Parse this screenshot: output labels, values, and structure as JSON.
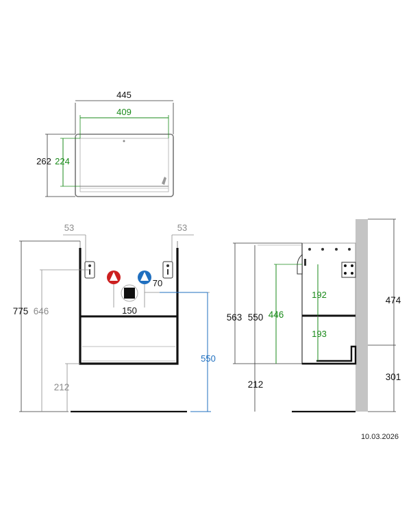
{
  "colors": {
    "black": "#111111",
    "gray": "#8a8a8a",
    "green": "#1a8a1a",
    "blue": "#1f6fbf",
    "red": "#cc1f1f",
    "wall": "#c4c4c4"
  },
  "top_view": {
    "overall_width": "445",
    "inner_width": "409",
    "overall_depth": "262",
    "inner_depth": "224"
  },
  "front_view": {
    "left_offset": "53",
    "right_offset": "53",
    "total_height": "775",
    "mount_height": "646",
    "floor_clearance": "212",
    "pipe_spacing": "150",
    "drain_offset": "70",
    "drain_height": "550",
    "icons": [
      "hot-water-icon",
      "cold-water-icon",
      "drain-icon"
    ]
  },
  "side_view": {
    "total_height": "563",
    "body_height": "550",
    "inner_height": "446",
    "upper_shelf": "192",
    "lower_shelf": "193",
    "floor_clearance": "212",
    "wall_upper": "474",
    "wall_lower": "301"
  },
  "date": "10.03.2026"
}
